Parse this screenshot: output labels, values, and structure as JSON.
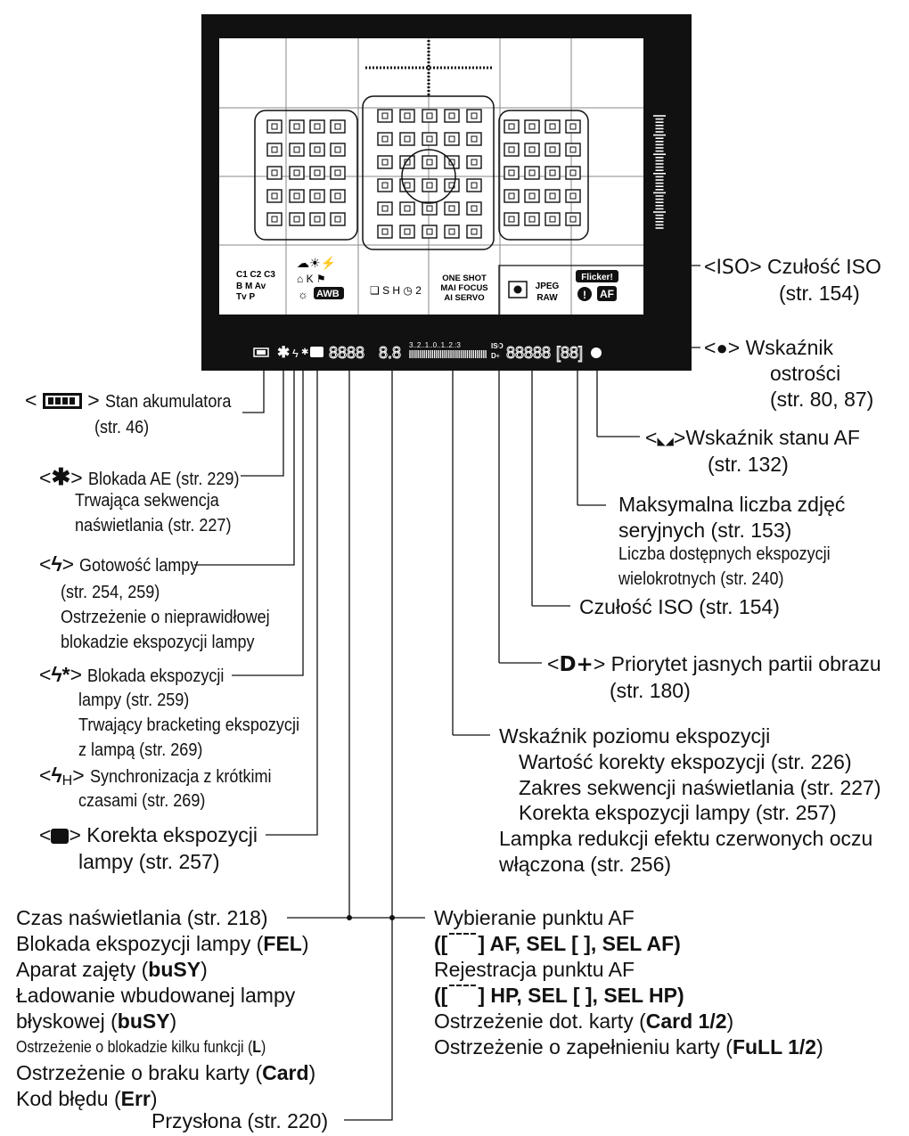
{
  "viewfinder": {
    "mode_dials": [
      "C1",
      "C2",
      "C3",
      "B",
      "M",
      "Av",
      "Tv",
      "P"
    ],
    "af_modes": [
      "ONE SHOT",
      "MAI FOCUS",
      "AI SERVO"
    ],
    "image_quality": [
      "JPEG",
      "RAW"
    ],
    "flicker": "Flicker!",
    "wb_awb": "AWB",
    "af_badge": "AF",
    "lcd_left": "8888",
    "lcd_aperture": "8.8",
    "lcd_right": "88888",
    "lcd_burst": "[88]",
    "iso_small": "ISO",
    "dplus_small": "D+",
    "scale_text": "3..2..1..0..1..2.:3"
  },
  "callouts_left": {
    "battery": {
      "prefix": "<",
      "suffix": ">",
      "text": "Stan akumulatora",
      "page": "(str. 46)"
    },
    "ae_lock": {
      "prefix": "<",
      "suffix": ">",
      "text": "Blokada AE (str. 229)",
      "line2": "Trwająca sekwencja",
      "line3": "naświetlania (str. 227)"
    },
    "flash_ready": {
      "prefix": "<",
      "suffix": ">",
      "text": "Gotowość lampy",
      "line2": "(str. 254, 259)",
      "line3": "Ostrzeżenie o nieprawidłowej",
      "line4": "blokadzie ekspozycji lampy"
    },
    "fe_lock": {
      "prefix": "<",
      "suffix": ">",
      "text": "Blokada ekspozycji",
      "line2": "lampy (str. 259)",
      "line3": "Trwający bracketing ekspozycji",
      "line4": "z lampą (str. 269)"
    },
    "hss": {
      "prefix": "<",
      "suffix": ">",
      "sub": "H",
      "text": "Synchronizacja z krótkimi",
      "line2": "czasami (str. 269)"
    },
    "flash_comp": {
      "prefix": "<",
      "suffix": ">",
      "text": "Korekta ekspozycji",
      "line2": "lampy (str. 257)"
    }
  },
  "callouts_right": {
    "iso_icon": {
      "prefix": "<",
      "icon": "ISO",
      "suffix": ">",
      "text": "Czułość ISO",
      "page": "(str. 154)"
    },
    "focus": {
      "prefix": "<",
      "suffix": ">",
      "text": "Wskaźnik",
      "line2": "ostrości",
      "line3": "(str. 80, 87)"
    },
    "af_status": {
      "prefix": "<",
      "suffix": ">",
      "text": "Wskaźnik stanu AF",
      "page": "(str. 132)"
    },
    "max_burst": {
      "text": "Maksymalna liczba zdjęć",
      "line2": "seryjnych (str. 153)",
      "line3": "Liczba dostępnych ekspozycji",
      "line4": "wielokrotnych (str. 240)"
    },
    "iso_value": {
      "text": "Czułość ISO (str. 154)"
    },
    "highlight": {
      "prefix": "<",
      "icon": "D+",
      "suffix": ">",
      "text": "Priorytet jasnych partii obrazu",
      "page": "(str. 180)"
    },
    "exposure_level": {
      "text": "Wskaźnik poziomu ekspozycji",
      "line2": "Wartość korekty ekspozycji (str. 226)",
      "line3": "Zakres sekwencji naświetlania (str. 227)",
      "line4": "Korekta ekspozycji lampy (str. 257)",
      "line5": "Lampka redukcji efektu czerwonych oczu",
      "line6": "włączona (str. 256)"
    }
  },
  "bottom_left": {
    "l1": "Czas naświetlania (str. 218)",
    "l2a": "Blokada ekspozycji lampy (",
    "l2b": "FEL",
    "l2c": ")",
    "l3a": "Aparat zajęty (",
    "l3b": "buSY",
    "l3c": ")",
    "l4": "Ładowanie wbudowanej lampy",
    "l5a": "błyskowej (",
    "l5b": "buSY",
    "l5c": ")",
    "l6a": "Ostrzeżenie o blokadzie kilku funkcji (",
    "l6b": "L",
    "l6c": ")",
    "l7a": "Ostrzeżenie o braku karty (",
    "l7b": "Card",
    "l7c": ")",
    "l8a": "Kod błędu (",
    "l8b": "Err",
    "l8c": ")"
  },
  "bottom_right": {
    "l1": "Wybieranie punktu AF",
    "l2a": "([",
    "l2b": "] AF, SEL [ ], SEL AF)",
    "l3": "Rejestracja punktu AF",
    "l4a": "([",
    "l4b": "] HP, SEL [ ], SEL HP)",
    "l5a": "Ostrzeżenie dot. karty (",
    "l5b": "Card 1/2",
    "l5c": ")",
    "l6a": "Ostrzeżenie o zapełnieniu karty (",
    "l6b": "FuLL 1/2",
    "l6c": ")"
  },
  "aperture": {
    "text": "Przysłona (str. 220)"
  },
  "colors": {
    "frame": "#111111",
    "screen": "#ffffff",
    "line": "#111111"
  }
}
